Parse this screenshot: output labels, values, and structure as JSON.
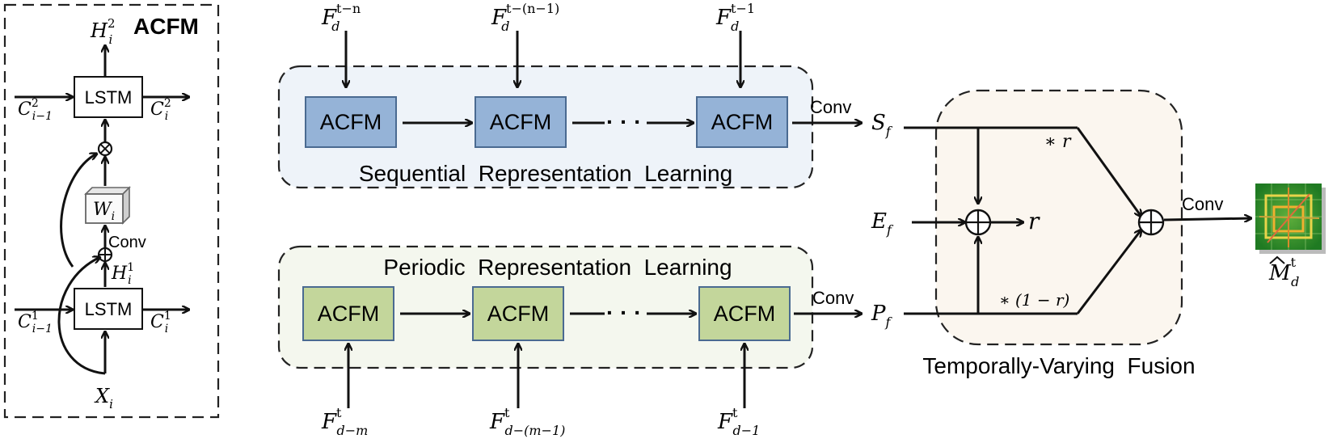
{
  "acfm_panel": {
    "title": "ACFM",
    "lstm_label": "LSTM",
    "conv_label": "Conv",
    "w_label": "W",
    "w_sub": "i",
    "h2": {
      "base": "H",
      "sup": "2",
      "sub": "i"
    },
    "h1": {
      "base": "H",
      "sup": "1",
      "sub": "i"
    },
    "c2_in": {
      "base": "C",
      "sup": "2",
      "sub": "i−1"
    },
    "c2_out": {
      "base": "C",
      "sup": "2",
      "sub": "i"
    },
    "c1_in": {
      "base": "C",
      "sup": "1",
      "sub": "i−1"
    },
    "c1_out": {
      "base": "C",
      "sup": "1",
      "sub": "i"
    },
    "x": {
      "base": "X",
      "sub": "i"
    }
  },
  "sequential": {
    "caption": "Sequential  Representation  Learning",
    "block_label": "ACFM",
    "fill": "#95b3d7",
    "bg": "#eef3f9",
    "inputs": [
      {
        "base": "F",
        "sub": "d",
        "sup": "t−n"
      },
      {
        "base": "F",
        "sub": "d",
        "sup": "t−(n−1)"
      },
      {
        "base": "F",
        "sub": "d",
        "sup": "t−1"
      }
    ],
    "conv_label": "Conv",
    "output": {
      "base": "S",
      "sub": "f"
    }
  },
  "periodic": {
    "caption": "Periodic  Representation  Learning",
    "block_label": "ACFM",
    "fill": "#c3d69b",
    "bg": "#f4f7ee",
    "inputs": [
      {
        "base": "F",
        "sub": "d−m",
        "sup": "t"
      },
      {
        "base": "F",
        "sub": "d−(m−1)",
        "sup": "t"
      },
      {
        "base": "F",
        "sub": "d−1",
        "sup": "t"
      }
    ],
    "conv_label": "Conv",
    "output": {
      "base": "P",
      "sub": "f"
    }
  },
  "fusion": {
    "caption": "Temporally-Varying  Fusion",
    "bg": "#fbf6ef",
    "ef": {
      "base": "E",
      "sub": "f"
    },
    "r_label": "r",
    "weight_r": "∗ r",
    "weight_1mr": "∗ (1 − r)",
    "conv_label": "Conv",
    "output": {
      "base": "M",
      "sub": "d",
      "sup": "t"
    }
  },
  "ellipsis": "· · ·"
}
